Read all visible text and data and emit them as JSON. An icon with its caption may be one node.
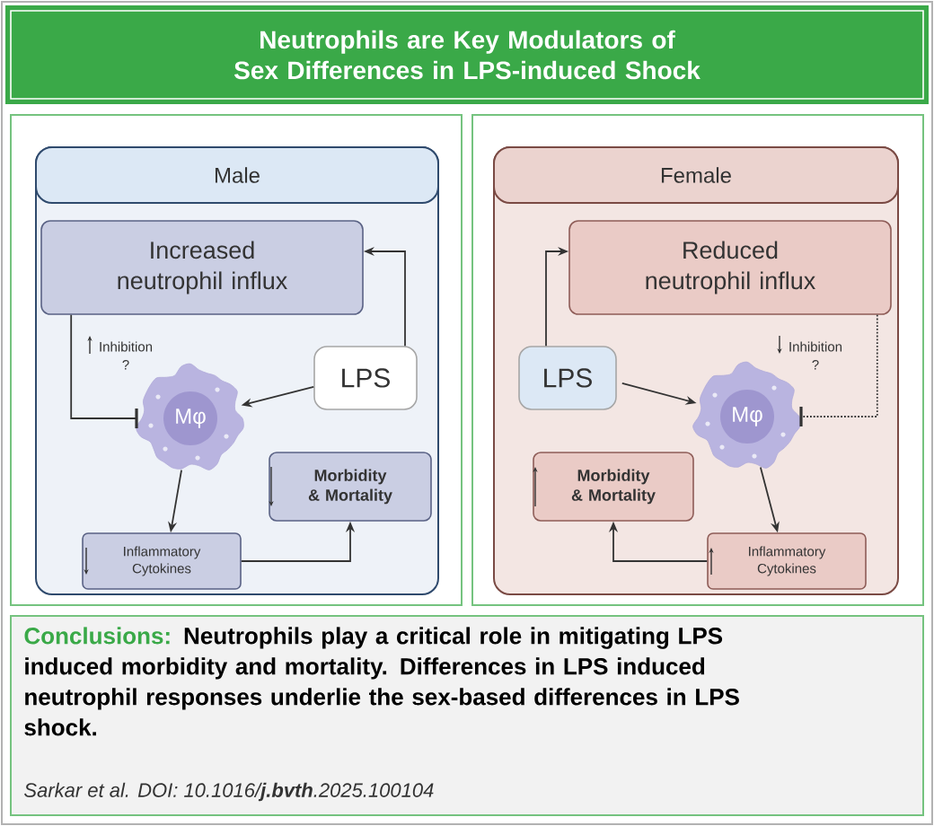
{
  "diagram": {
    "title": "Neutrophils are Key Modulators of Sex Differences in LPS-induced Shock",
    "nodes": [
      {
        "text": [
          "Male"
        ]
      },
      {
        "text": [
          "Increased neutrophil influx"
        ],
        "in": 0
      },
      {
        "text": [
          "Mφ"
        ],
        "in": 0
      },
      {
        "text": [
          "LPS"
        ],
        "in": 0
      },
      {
        "text": [
          "Morbidity & Mortality"
        ],
        "in": 0
      },
      {
        "text": [
          "Inflammatory Cytokines"
        ],
        "in": 0
      },
      {
        "text": [
          "Female"
        ]
      },
      {
        "text": [
          "Reduced neutrophil influx"
        ],
        "in": 6
      },
      {
        "text": [
          "LPS"
        ],
        "in": 6
      },
      {
        "text": [
          "Mφ"
        ],
        "in": 6
      },
      {
        "text": [
          "Morbidity & Mortality"
        ],
        "in": 6
      },
      {
        "text": [
          "Inflammatory Cytokines"
        ],
        "in": 6
      }
    ],
    "edges": [
      {
        "from": 3,
        "to": 1,
        "arrow": "to"
      },
      {
        "from": 3,
        "to": 2,
        "arrow": "to"
      },
      {
        "from": 1,
        "to": 2,
        "arrow": "other",
        "label": "Inhibition ?"
      },
      {
        "from": 2,
        "to": 5,
        "arrow": "to"
      },
      {
        "from": 5,
        "to": 4,
        "arrow": "to"
      },
      {
        "from": 8,
        "to": 7,
        "arrow": "to"
      },
      {
        "from": 8,
        "to": 9,
        "arrow": "to"
      },
      {
        "from": 7,
        "to": 9,
        "arrow": "other",
        "label": "Inhibition ?",
        "style": "dashed"
      },
      {
        "from": 9,
        "to": 11,
        "arrow": "to"
      },
      {
        "from": 11,
        "to": 10,
        "arrow": "to"
      }
    ],
    "labels": [
      "Conclusions:",
      "Neutrophils play a critical role in mitigating LPS induced morbidity and mortality. Differences in LPS induced neutrophil responses underlie the sex-based differences in LPS shock.",
      "Sarkar et al. DOI: 10.1016/**j.bvth**.2025.100104"
    ]
  }
}
